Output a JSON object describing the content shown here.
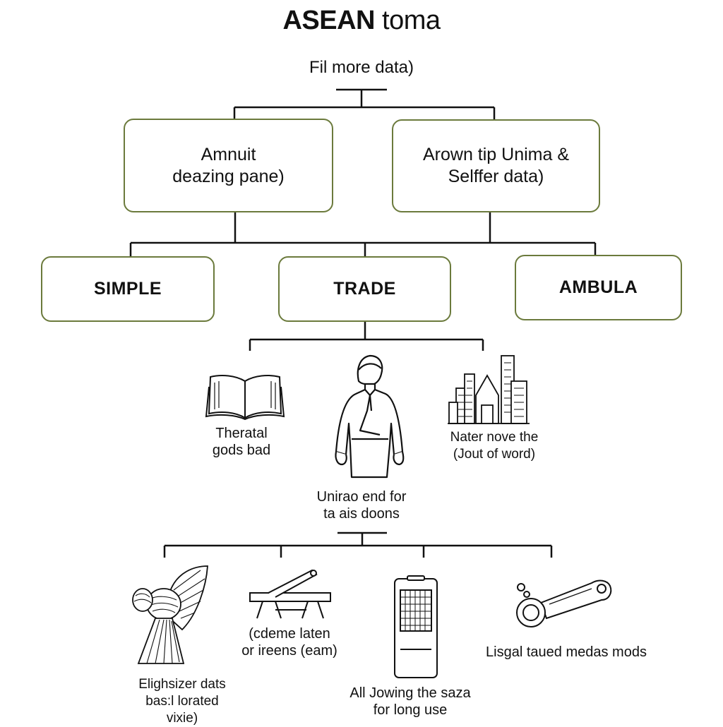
{
  "title": {
    "bold": "ASEAN",
    "rest": "toma"
  },
  "subtitle": "Fil more data)",
  "level1": [
    {
      "label": "Amnuit\ndeazing pane)"
    },
    {
      "label": "Arown tip Unima &\nSelffer data)"
    }
  ],
  "level2": [
    {
      "label": "SIMPLE"
    },
    {
      "label": "TRADE"
    },
    {
      "label": "AMBULA"
    }
  ],
  "level3": [
    {
      "icon": "open-book-icon",
      "caption": "Theratal\ngods bad"
    },
    {
      "icon": "person-in-robe-icon",
      "caption": "Unirao end for\nta ais doons"
    },
    {
      "icon": "city-skyline-icon",
      "caption": "Nater nove the\n(Jout of word)"
    }
  ],
  "level4": [
    {
      "icon": "fan-statue-icon",
      "caption": "Elighsizer dats\nbas:l lorated\nvixie)"
    },
    {
      "icon": "workbench-icon",
      "caption": "(cdeme laten\nor ireens (eam)"
    },
    {
      "icon": "grid-device-icon",
      "caption": "All Jowing the saza\nfor long use"
    },
    {
      "icon": "wrench-tool-icon",
      "caption": "Lisgal taued medas mods"
    }
  ],
  "colors": {
    "box_border": "#6b7a3c",
    "lines": "#111111",
    "text": "#111111"
  }
}
